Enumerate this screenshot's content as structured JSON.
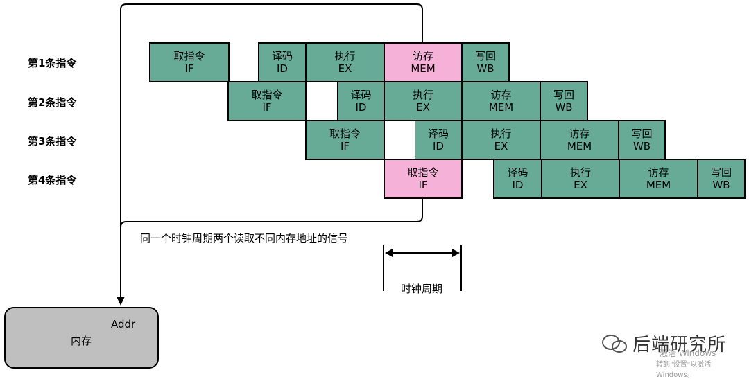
{
  "rows": [
    {
      "label": "第1条指令"
    },
    {
      "label": "第2条指令"
    },
    {
      "label": "第3条指令"
    },
    {
      "label": "第4条指令"
    }
  ],
  "stages": {
    "if": {
      "cn": "取指令",
      "en": "IF"
    },
    "id": {
      "cn": "译码",
      "en": "ID"
    },
    "ex": {
      "cn": "执行",
      "en": "EX"
    },
    "mem": {
      "cn": "访存",
      "en": "MEM"
    },
    "wb": {
      "cn": "写回",
      "en": "WB"
    }
  },
  "annotations": {
    "conflict_note": "同一个时钟周期两个读取不同内存地址的信号",
    "clock_cycle": "时钟周期"
  },
  "memory_block": {
    "addr": "Addr",
    "label": "内存"
  },
  "colors": {
    "stage": "#67ab97",
    "highlight": "#f6b1d8",
    "memory": "#bfbfbf"
  },
  "watermark": {
    "brand": "后端研究所",
    "activate_line1": "激活 Windows",
    "activate_line2": "转到\"设置\"以激活 Windows。"
  }
}
